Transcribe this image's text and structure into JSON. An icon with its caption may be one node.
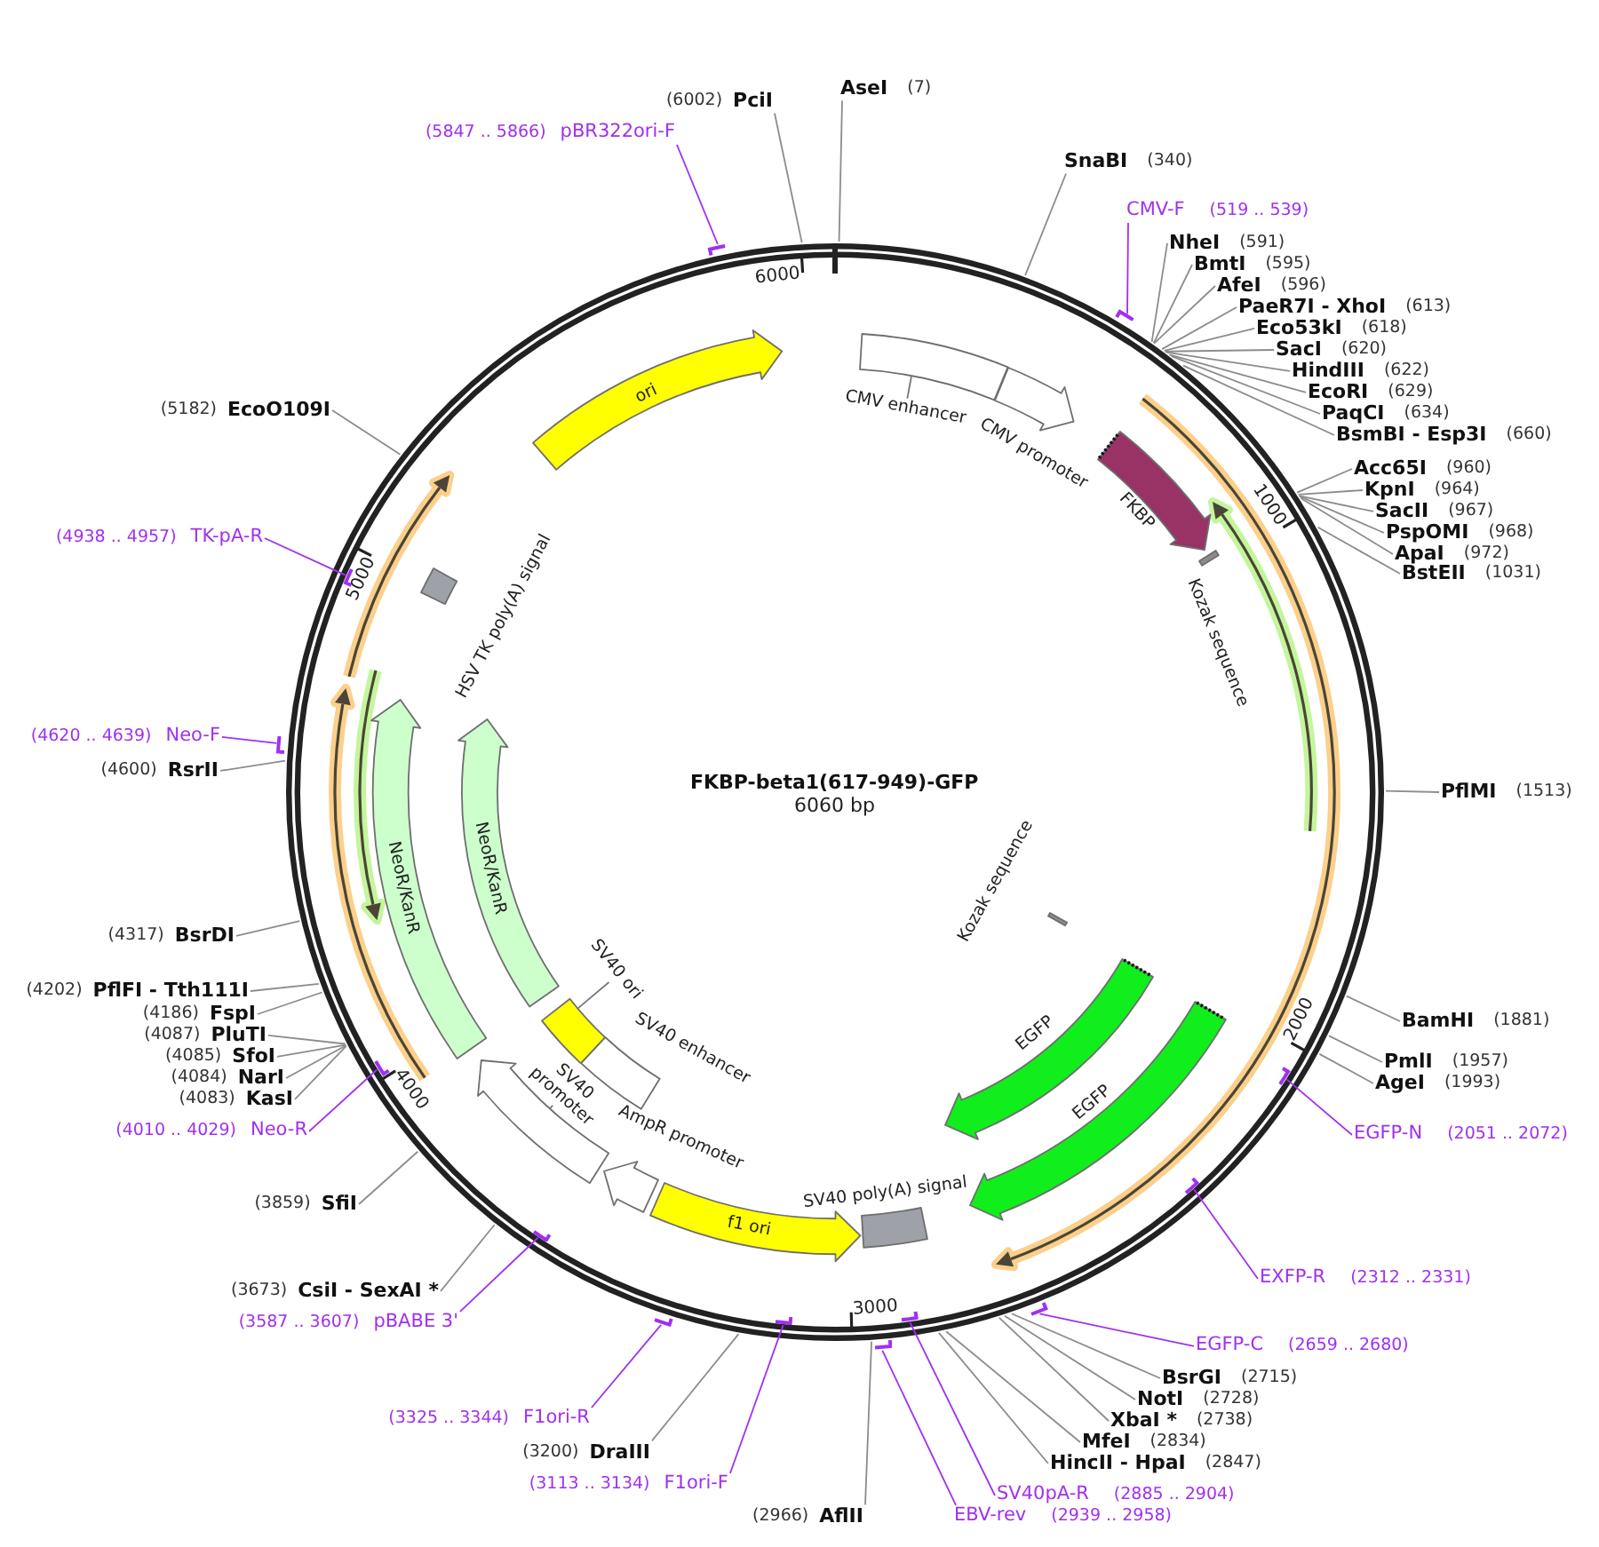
{
  "diagram": {
    "nodes": [
      {
        "text": [
          "FKBP-beta1(617-949)-GFP",
          "6060 bp"
        ]
      },
      {
        "text": [
          "CMV enhancer"
        ],
        "in": 0
      },
      {
        "text": [
          "CMV promoter"
        ],
        "in": 0
      },
      {
        "text": [
          "FKBP"
        ],
        "in": 0
      },
      {
        "text": [
          "Kozak sequence"
        ],
        "in": 0
      },
      {
        "text": [
          "Kozak sequence"
        ],
        "in": 0
      },
      {
        "text": [
          "EGFP"
        ],
        "in": 0
      },
      {
        "text": [
          "EGFP"
        ],
        "in": 0
      },
      {
        "text": [
          "SV40 poly(A) signal"
        ],
        "in": 0
      },
      {
        "text": [
          "f1 ori"
        ],
        "in": 0
      },
      {
        "text": [
          "AmpR promoter"
        ],
        "in": 0
      },
      {
        "text": [
          "SV40 enhancer"
        ],
        "in": 0
      },
      {
        "text": [
          "SV40 promoter"
        ],
        "in": 0
      },
      {
        "text": [
          "SV40 ori"
        ],
        "in": 0
      },
      {
        "text": [
          "NeoR/KanR"
        ],
        "in": 0
      },
      {
        "text": [
          "NeoR/KanR"
        ],
        "in": 0
      },
      {
        "text": [
          "HSV TK poly(A) signal"
        ],
        "in": 0
      },
      {
        "text": [
          "ori"
        ],
        "in": 0
      },
      {
        "text": [
          "AseI",
          "(7)"
        ]
      },
      {
        "text": [
          "SnaBI",
          "(340)"
        ]
      },
      {
        "text": [
          "CMV-F",
          "(519 .. 539)"
        ]
      },
      {
        "text": [],
        "shape": "bar"
      },
      {
        "text": [
          "NheI",
          "(591)"
        ]
      },
      {
        "text": [
          "BmtI",
          "(595)"
        ]
      },
      {
        "text": [
          "AfeI",
          "(596)"
        ]
      },
      {
        "text": [
          "PaeR7I - XhoI",
          "(613)"
        ]
      },
      {
        "text": [
          "Eco53kI",
          "(618)"
        ]
      },
      {
        "text": [
          "SacI",
          "(620)"
        ]
      },
      {
        "text": [
          "HindIII",
          "(622)"
        ]
      },
      {
        "text": [
          "EcoRI",
          "(629)"
        ]
      },
      {
        "text": [
          "PaqCI",
          "(634)"
        ]
      },
      {
        "text": [
          "BsmBI - Esp3I",
          "(660)"
        ]
      },
      {
        "text": [
          "Acc65I",
          "(960)"
        ]
      },
      {
        "text": [
          "KpnI",
          "(964)"
        ]
      },
      {
        "text": [
          "SacII",
          "(967)"
        ]
      },
      {
        "text": [
          "PspOMI",
          "(968)"
        ]
      },
      {
        "text": [
          "ApaI",
          "(972)"
        ]
      },
      {
        "text": [
          "BstEII",
          "(1031)"
        ]
      },
      {
        "text": [
          "PflMI",
          "(1513)"
        ]
      },
      {
        "text": [
          "BamHI",
          "(1881)"
        ]
      },
      {
        "text": [
          "PmlI",
          "(1957)"
        ]
      },
      {
        "text": [
          "AgeI",
          "(1993)"
        ]
      },
      {
        "text": [
          "EGFP-N",
          "(2051 .. 2072)"
        ]
      },
      {
        "text": [],
        "shape": "bar",
        "in": 0
      },
      {
        "text": [
          "EXFP-R",
          "(2312 .. 2331)"
        ]
      },
      {
        "text": [],
        "shape": "bar",
        "in": 0
      },
      {
        "text": [
          "EGFP-C",
          "(2659 .. 2680)"
        ]
      },
      {
        "text": [],
        "shape": "bar"
      },
      {
        "text": [
          "BsrGI",
          "(2715)"
        ]
      },
      {
        "text": [
          "NotI",
          "(2728)"
        ]
      },
      {
        "text": [
          "XbaI *",
          "(2738)"
        ]
      },
      {
        "text": [
          "MfeI",
          "(2834)"
        ]
      },
      {
        "text": [
          "HincII - HpaI",
          "(2847)"
        ]
      },
      {
        "text": [
          "SV40pA-R",
          "(2885 .. 2904)"
        ]
      },
      {
        "text": [],
        "shape": "bar",
        "in": 0
      },
      {
        "text": [
          "EBV-rev",
          "(2939 .. 2958)"
        ]
      },
      {
        "text": [],
        "shape": "bar"
      },
      {
        "text": [
          "(2966)",
          "AflII"
        ]
      },
      {
        "text": [
          "(3113 .. 3134)",
          "F1ori-F"
        ]
      },
      {
        "text": [],
        "shape": "bar",
        "in": 0
      },
      {
        "text": [
          "(3200)",
          "DraIII"
        ]
      },
      {
        "text": [
          "(3325 .. 3344)",
          "F1ori-R"
        ]
      },
      {
        "text": [],
        "shape": "bar"
      },
      {
        "text": [
          "(3587 .. 3607)",
          "pBABE 3'"
        ]
      },
      {
        "text": [],
        "shape": "bar",
        "in": 0
      },
      {
        "text": [
          "(3673)",
          "CsiI - SexAI *"
        ]
      },
      {
        "text": [
          "(3859)",
          "SfiI"
        ]
      },
      {
        "text": [
          "(4010 .. 4029)",
          "Neo-R"
        ]
      },
      {
        "text": [],
        "shape": "bar",
        "in": 0
      },
      {
        "text": [
          "(4083)",
          "KasI"
        ]
      },
      {
        "text": [
          "(4084)",
          "NarI"
        ]
      },
      {
        "text": [
          "(4085)",
          "SfoI"
        ]
      },
      {
        "text": [
          "(4087)",
          "PluTI"
        ]
      },
      {
        "text": [
          "(4186)",
          "FspI"
        ]
      },
      {
        "text": [
          "(4202)",
          "PflFI - Tth111I"
        ]
      },
      {
        "text": [
          "(4317)",
          "BsrDI"
        ]
      },
      {
        "text": [
          "(4600)",
          "RsrII"
        ]
      },
      {
        "text": [
          "(4620 .. 4639)",
          "Neo-F"
        ]
      },
      {
        "text": [],
        "shape": "bar"
      },
      {
        "text": [
          "(4938 .. 4957)",
          "TK-pA-R"
        ]
      },
      {
        "text": [],
        "shape": "bar",
        "in": 0
      },
      {
        "text": [
          "(5182)",
          "EcoO109I"
        ]
      },
      {
        "text": [
          "(5847 .. 5866)",
          "pBR322ori-F"
        ]
      },
      {
        "text": [],
        "shape": "bar"
      },
      {
        "text": [
          "(6002)",
          "PciI"
        ]
      }
    ],
    "edges": [
      {
        "from": 18,
        "to": 0,
        "arrow": "none"
      },
      {
        "from": 19,
        "to": 0,
        "arrow": "none"
      },
      {
        "from": 20,
        "to": 21,
        "arrow": "none",
        "color": "#a030f0"
      },
      {
        "from": 22,
        "to": 0,
        "arrow": "none"
      },
      {
        "from": 23,
        "to": 0,
        "arrow": "none"
      },
      {
        "from": 24,
        "to": 0,
        "arrow": "none"
      },
      {
        "from": 25,
        "to": 0,
        "arrow": "none"
      },
      {
        "from": 26,
        "to": 0,
        "arrow": "none"
      },
      {
        "from": 27,
        "to": 0,
        "arrow": "none"
      },
      {
        "from": 28,
        "to": 0,
        "arrow": "none"
      },
      {
        "from": 29,
        "to": 0,
        "arrow": "none"
      },
      {
        "from": 30,
        "to": 0,
        "arrow": "none"
      },
      {
        "from": 31,
        "to": 0,
        "arrow": "none"
      },
      {
        "from": 32,
        "to": 0,
        "arrow": "none"
      },
      {
        "from": 33,
        "to": 0,
        "arrow": "none"
      },
      {
        "from": 34,
        "to": 0,
        "arrow": "none"
      },
      {
        "from": 35,
        "to": 0,
        "arrow": "none"
      },
      {
        "from": 36,
        "to": 0,
        "arrow": "none"
      },
      {
        "from": 37,
        "to": 0,
        "arrow": "none"
      },
      {
        "from": 38,
        "to": 0,
        "arrow": "none"
      },
      {
        "from": 39,
        "to": 0,
        "arrow": "none"
      },
      {
        "from": 40,
        "to": 0,
        "arrow": "none"
      },
      {
        "from": 41,
        "to": 0,
        "arrow": "none"
      },
      {
        "from": 42,
        "to": 43,
        "arrow": "none",
        "color": "#a030f0"
      },
      {
        "from": 44,
        "to": 45,
        "arrow": "none",
        "color": "#a030f0"
      },
      {
        "from": 46,
        "to": 47,
        "arrow": "none",
        "color": "#a030f0"
      },
      {
        "from": 48,
        "to": 0,
        "arrow": "none"
      },
      {
        "from": 49,
        "to": 0,
        "arrow": "none"
      },
      {
        "from": 50,
        "to": 0,
        "arrow": "none"
      },
      {
        "from": 51,
        "to": 0,
        "arrow": "none"
      },
      {
        "from": 52,
        "to": 0,
        "arrow": "none"
      },
      {
        "from": 53,
        "to": 54,
        "arrow": "none",
        "color": "#a030f0"
      },
      {
        "from": 55,
        "to": 56,
        "arrow": "none",
        "color": "#a030f0"
      },
      {
        "from": 57,
        "to": 0,
        "arrow": "none"
      },
      {
        "from": 58,
        "to": 59,
        "arrow": "none",
        "color": "#a030f0"
      },
      {
        "from": 60,
        "to": 0,
        "arrow": "none"
      },
      {
        "from": 61,
        "to": 62,
        "arrow": "none",
        "color": "#a030f0"
      },
      {
        "from": 63,
        "to": 64,
        "arrow": "none",
        "color": "#a030f0"
      },
      {
        "from": 65,
        "to": 0,
        "arrow": "none"
      },
      {
        "from": 66,
        "to": 0,
        "arrow": "none"
      },
      {
        "from": 67,
        "to": 68,
        "arrow": "none",
        "color": "#a030f0"
      },
      {
        "from": 69,
        "to": 0,
        "arrow": "none"
      },
      {
        "from": 70,
        "to": 0,
        "arrow": "none"
      },
      {
        "from": 71,
        "to": 0,
        "arrow": "none"
      },
      {
        "from": 72,
        "to": 0,
        "arrow": "none"
      },
      {
        "from": 73,
        "to": 0,
        "arrow": "none"
      },
      {
        "from": 74,
        "to": 0,
        "arrow": "none"
      },
      {
        "from": 75,
        "to": 0,
        "arrow": "none"
      },
      {
        "from": 76,
        "to": 0,
        "arrow": "none"
      },
      {
        "from": 77,
        "to": 78,
        "arrow": "none",
        "color": "#a030f0"
      },
      {
        "from": 79,
        "to": 80,
        "arrow": "none",
        "color": "#a030f0"
      },
      {
        "from": 81,
        "to": 0,
        "arrow": "none"
      },
      {
        "from": 82,
        "to": 83,
        "arrow": "none",
        "color": "#a030f0"
      },
      {
        "from": 84,
        "to": 0,
        "arrow": "none"
      }
    ],
    "labels": [
      "6000",
      "1000",
      "2000",
      "3000",
      "4000",
      "5000"
    ]
  }
}
